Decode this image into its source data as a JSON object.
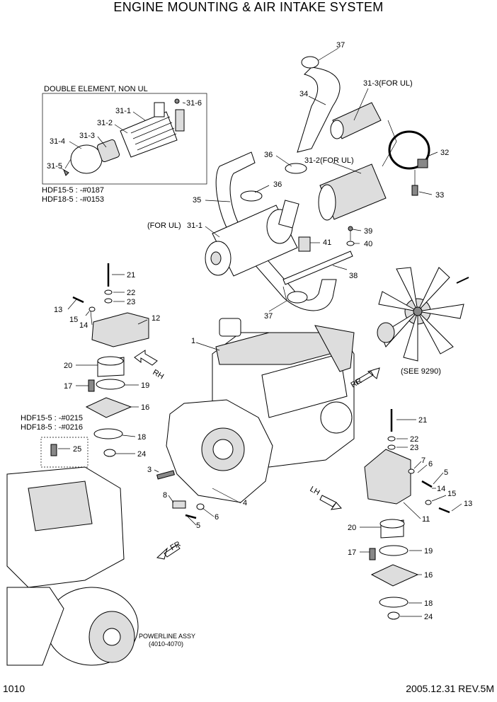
{
  "title": "ENGINE MOUNTING & AIR INTAKE SYSTEM",
  "footer": {
    "page": "1010",
    "date_rev": "2005.12.31  REV.5M"
  },
  "notes": {
    "double_element": "DOUBLE ELEMENT, NON UL",
    "hdf_filter_1": "HDF15-5 : -#0187",
    "hdf_filter_2": "HDF18-5 : -#0153",
    "hdf_mount_1": "HDF15-5 : -#0215",
    "hdf_mount_2": "HDF18-5 : -#0216",
    "for_ul": "(FOR UL)",
    "see": "(SEE 9290)",
    "powerline_1": "POWERLINE ASSY",
    "powerline_2": "(4010-4070)"
  },
  "directions": {
    "rh": "RH",
    "rr": "RR",
    "lh": "LH",
    "fr": "FR"
  },
  "callouts": {
    "c37a": "37",
    "c34": "34",
    "c31_3": "31-3(FOR UL)",
    "c32": "32",
    "c31_6": "31-6",
    "c31_1a": "31-1",
    "c31_2a": "31-2",
    "c31_3a": "31-3",
    "c31_4": "31-4",
    "c31_5": "31-5",
    "c36a": "36",
    "c31_2ul": "31-2(FOR UL)",
    "c36b": "36",
    "c35": "35",
    "c33": "33",
    "c31_1ul": "31-1",
    "c39": "39",
    "c40": "40",
    "c41": "41",
    "c38": "38",
    "c21a": "21",
    "c22a": "22",
    "c23a": "23",
    "c13a": "13",
    "c15a": "15",
    "c14a": "14",
    "c12": "12",
    "c37b": "37",
    "c1": "1",
    "c20a": "20",
    "c17a": "17",
    "c19a": "19",
    "c16a": "16",
    "c18a": "18",
    "c24a": "24",
    "c25": "25",
    "c21b": "21",
    "c22b": "22",
    "c23b": "23",
    "c7": "7",
    "c6a": "6",
    "c5a": "5",
    "c14b": "14",
    "c15b": "15",
    "c13b": "13",
    "c11": "11",
    "c3": "3",
    "c8": "8",
    "c4": "4",
    "c6b": "6",
    "c5b": "5",
    "c20b": "20",
    "c17b": "17",
    "c19b": "19",
    "c16b": "16",
    "c18b": "18",
    "c24b": "24"
  }
}
